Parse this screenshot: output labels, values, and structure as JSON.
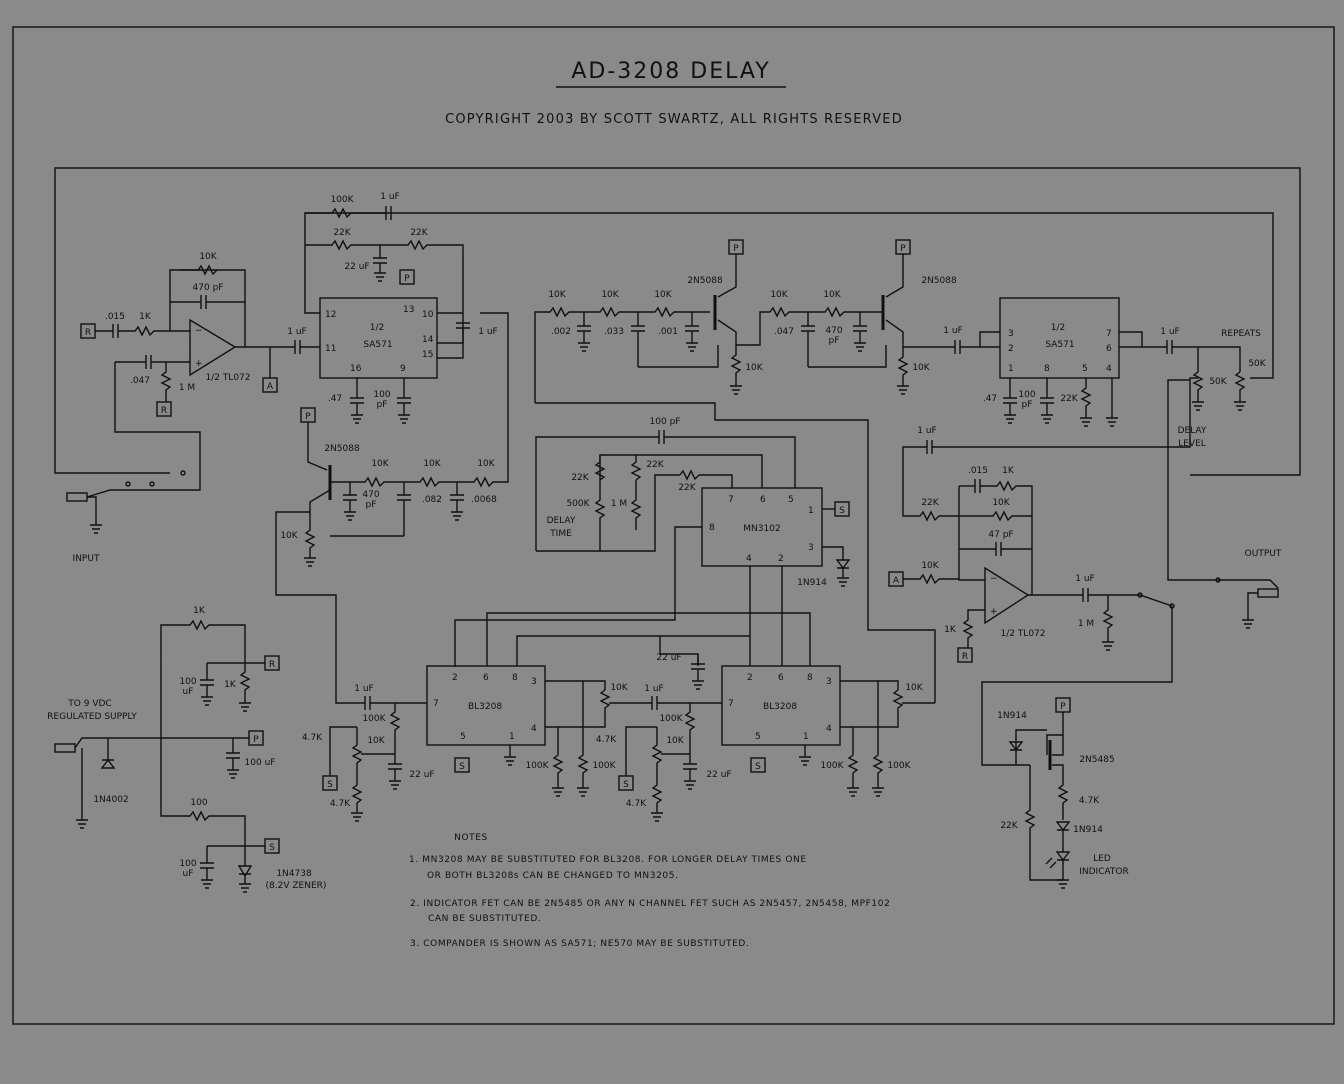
{
  "title": "AD-3208 DELAY",
  "copyright": "COPYRIGHT 2003 BY SCOTT SWARTZ, ALL RIGHTS RESERVED",
  "notes_heading": "NOTES",
  "notes": [
    "1. MN3208 MAY BE SUBSTITUTED FOR BL3208.  FOR LONGER DELAY TIMES ONE",
    "OR BOTH BL3208s CAN BE CHANGED TO MN3205.",
    "2. INDICATOR FET CAN BE 2N5485 OR ANY N CHANNEL FET SUCH AS 2N5457, 2N5458, MPF102",
    "CAN BE SUBSTITUTED.",
    "3. COMPANDER IS SHOWN AS SA571;  NE570 MAY BE SUBSTITUTED."
  ],
  "ic_labels": {
    "sa571": "SA571",
    "half": "1/2",
    "tl072": "1/2 TL072",
    "tl072b": "1/2 TL072",
    "mn3102": "MN3102",
    "bl3208": "BL3208"
  },
  "transistors": {
    "q": "2N5088",
    "fet": "2N5485"
  },
  "diodes": {
    "d1": "1N914",
    "d2": "1N914",
    "d3": "1N914",
    "d4": "1N4002",
    "zener": "1N4738",
    "zener_note": "(8.2V ZENER)"
  },
  "io_labels": {
    "input": "INPUT",
    "output": "OUTPUT",
    "repeats": "REPEATS",
    "delay_level_1": "DELAY",
    "delay_level_2": "LEVEL",
    "delay_time_1": "DELAY",
    "delay_time_2": "TIME",
    "supply_1": "TO 9 VDC",
    "supply_2": "REGULATED SUPPLY",
    "led_1": "LED",
    "led_2": "INDICATOR"
  },
  "nodes": {
    "r": "R",
    "a": "A",
    "p": "P",
    "s": "S"
  },
  "components": {
    "c015": ".015",
    "r1k": "1K",
    "r10k": "10K",
    "c470pf": "470 pF",
    "c047": ".047",
    "r1m": "1 M",
    "r100k": "100K",
    "c1uf": "1 uF",
    "r22k": "22K",
    "c22uf": "22 uF",
    "c47": ".47",
    "c100pf": "100 pF",
    "c100": "100",
    "pf": "pF",
    "c002": ".002",
    "c033": ".033",
    "c001": ".001",
    "c470": "470",
    "r50k": "50K",
    "c082": ".082",
    "c0068": ".0068",
    "r500k": "500K",
    "r4k7": "4.7K",
    "c100uf": "100 uF",
    "c100u": "100",
    "uf": "uF",
    "r100": "100",
    "c47pf": "47 pF",
    "c1uf2": "1 uF"
  },
  "pins": {
    "sa1": [
      "12",
      "13",
      "10",
      "11",
      "14",
      "15",
      "16",
      "9"
    ],
    "sa2": [
      "3",
      "7",
      "2",
      "6",
      "1",
      "8",
      "5",
      "4"
    ],
    "mn": [
      "7",
      "6",
      "5",
      "1",
      "8",
      "3",
      "4",
      "2"
    ],
    "bl": [
      "2",
      "6",
      "8",
      "3",
      "7",
      "4",
      "5",
      "1"
    ]
  }
}
